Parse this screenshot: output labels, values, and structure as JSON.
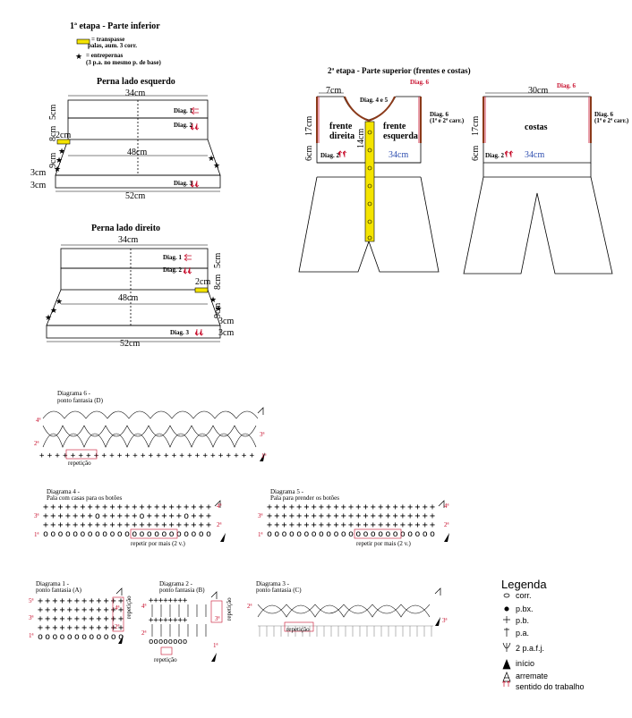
{
  "stage1": {
    "title": "1ª etapa - Parte inferior",
    "legend_transpasse": "= transpasse",
    "legend_transpasse_sub": "palas, aum. 3 corr.",
    "legend_entrepernas": "= entrepernas",
    "legend_entrepernas_sub": "(3 p.a. no mesmo p. de base)"
  },
  "left_leg": {
    "title": "Perna lado esquerdo",
    "top_width": "34cm",
    "mid_width": "48cm",
    "bottom_width": "52cm",
    "h_5cm": "5cm",
    "h_8cm": "8cm",
    "h_9cm": "9cm",
    "h_3cm_a": "3cm",
    "h_3cm_b": "3cm",
    "w_2cm": "2cm",
    "diag1": "Diag. 1",
    "diag2": "Diag. 2",
    "diag3": "Diag. 3"
  },
  "right_leg": {
    "title": "Perna lado direito",
    "top_width": "34cm",
    "mid_width": "48cm",
    "bottom_width": "52cm",
    "h_5cm": "5cm",
    "h_8cm": "8cm",
    "h_9cm": "9cm",
    "h_3cm_a": "3cm",
    "h_3cm_b": "3cm",
    "w_2cm": "2cm",
    "diag1": "Diag. 1",
    "diag2": "Diag. 2",
    "diag3": "Diag. 3"
  },
  "stage2": {
    "title": "2ª etapa - Parte superior (frentes e costas)",
    "front": {
      "w_7cm": "7cm",
      "diag45": "Diag. 4 e 5",
      "diag6_top": "Diag. 6",
      "diag6_side": "Diag. 6",
      "diag6_side_sub": "(1ª e 2ª carr.)",
      "h_17cm": "17cm",
      "h_6cm": "6cm",
      "h_14cm": "14cm",
      "frente_direita_1": "frente",
      "frente_direita_2": "direita",
      "frente_esquerda_1": "frente",
      "frente_esquerda_2": "esquerda",
      "diag2": "Diag. 2",
      "w_34cm": "34cm"
    },
    "back": {
      "w_30cm": "30cm",
      "diag6_top": "Diag. 6",
      "diag6_side": "Diag. 6",
      "diag6_side_sub": "(1ª e 2ª carr.)",
      "h_17cm": "17cm",
      "h_6cm": "6cm",
      "costas": "costas",
      "diag2": "Diag. 2",
      "w_34cm": "34cm"
    }
  },
  "diagram6": {
    "title": "Diagrama 6 -",
    "subtitle": "ponto fantasia (D)",
    "row4": "4ª",
    "row3": "3ª",
    "row2": "2ª",
    "row1": "1ª",
    "repeat": "repetição"
  },
  "diagram4": {
    "title": "Diagrama 4 -",
    "subtitle": "Pala com casas para os botões",
    "row4": "4ª",
    "row3": "3ª",
    "row2": "2ª",
    "row1": "1ª",
    "repeat": "repetir por mais (2 v.)"
  },
  "diagram5": {
    "title": "Diagrama 5 -",
    "subtitle": "Pala para prender os botões",
    "row4": "4ª",
    "row3": "3ª",
    "row2": "2ª",
    "row1": "1ª",
    "repeat": "repetir por mais (2 v.)"
  },
  "diagram1": {
    "title": "Diagrama 1 -",
    "subtitle": "ponto fantasia (A)",
    "row5": "5ª",
    "row4": "4ª",
    "row3": "3ª",
    "row2": "2ª",
    "row1": "1ª",
    "repeat": "repetição"
  },
  "diagram2": {
    "title": "Diagrama 2 -",
    "subtitle": "ponto fantasia (B)",
    "row4": "4ª",
    "row3": "3ª",
    "row2": "2ª",
    "row1": "1ª",
    "repeat": "repetição",
    "repeat_side": "repetição"
  },
  "diagram3": {
    "title": "Diagrama 3 -",
    "subtitle": "ponto fantasia (C)",
    "row2": "2ª",
    "row3": "3ª",
    "repeat": "repetição"
  },
  "legend": {
    "title": "Legenda",
    "items": [
      {
        "symbol": "o",
        "label": "corr."
      },
      {
        "symbol": "●",
        "label": "p.bx."
      },
      {
        "symbol": "+",
        "label": "p.b."
      },
      {
        "symbol": "T",
        "label": "p.a."
      },
      {
        "symbol": "2fj",
        "label": "2 p.a.f.j."
      },
      {
        "symbol": "start",
        "label": "início"
      },
      {
        "symbol": "end",
        "label": "arremate"
      },
      {
        "symbol": "dir",
        "label": "sentido do trabalho"
      }
    ]
  },
  "colors": {
    "accent_red": "#c8102e",
    "yellow": "#f4e400",
    "brown": "#8b3a1a",
    "blue": "#2f4fb0"
  }
}
